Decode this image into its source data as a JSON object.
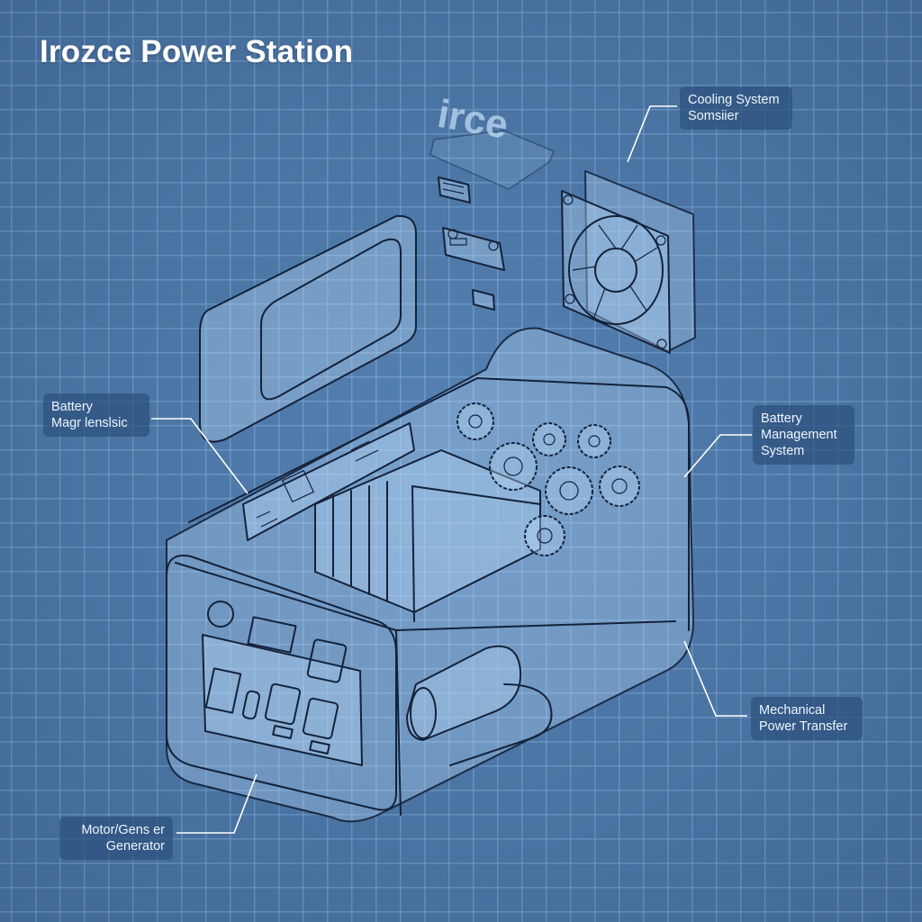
{
  "title": "Irozce Power Station",
  "logo_text": "irce",
  "labels": {
    "cooling_system": {
      "line1": "Cooling System",
      "line2": "Somsiier"
    },
    "battery_magr": {
      "line1": "Battery",
      "line2": "Magr lenslsic"
    },
    "battery_management": {
      "line1": "Battery",
      "line2": "Management",
      "line3": "System"
    },
    "mechanical_power": {
      "line1": "Mechanical",
      "line2": "Power Transfer"
    },
    "motor_generator": {
      "line1": "Motor/Gens er",
      "line2": "Generator"
    }
  },
  "components": [
    "cooling-fan",
    "battery-lid",
    "battery-cells",
    "gear-train",
    "control-board",
    "motor",
    "front-panel-outlets",
    "usb-ports",
    "connector-chips",
    "logo-plate"
  ],
  "colors": {
    "background": "#4a74a4",
    "grid": "#8cb4e1",
    "label_bg": "#2d507d",
    "label_text": "#eef4fb",
    "line_art": "#14223a",
    "part_fill": "#b9d7f5"
  }
}
